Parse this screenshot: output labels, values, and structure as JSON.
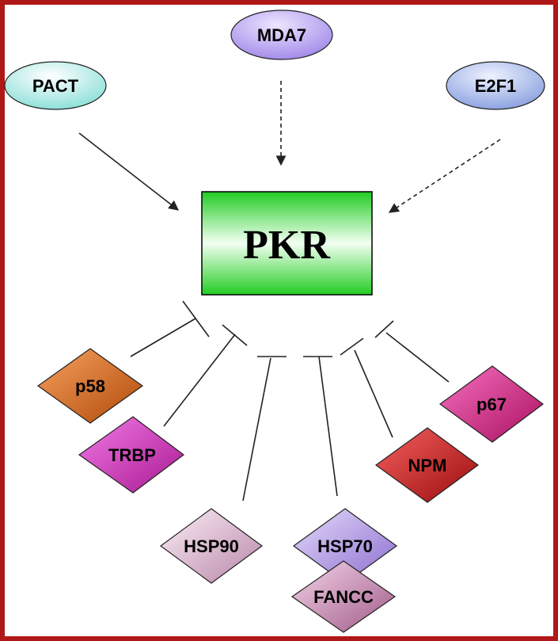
{
  "center": {
    "label": "PKR"
  },
  "activators": [
    {
      "id": "pact",
      "label": "PACT",
      "style": "solid",
      "color": "#bff2ee"
    },
    {
      "id": "mda7",
      "label": "MDA7",
      "style": "dashed",
      "color": "#b8a6ef"
    },
    {
      "id": "e2f1",
      "label": "E2F1",
      "style": "dashed",
      "color": "#a9bdf0"
    }
  ],
  "inhibitors": [
    {
      "id": "p58",
      "label": "p58",
      "color": "#e87a2a"
    },
    {
      "id": "trbp",
      "label": "TRBP",
      "color": "#e040c8"
    },
    {
      "id": "hsp90",
      "label": "HSP90",
      "color": "#e8c3dc"
    },
    {
      "id": "hsp70",
      "label": "HSP70",
      "color": "#bea8ea"
    },
    {
      "id": "fancc",
      "label": "FANCC",
      "color": "#d9a0c4"
    },
    {
      "id": "npm",
      "label": "NPM",
      "color": "#e02a2a"
    },
    {
      "id": "p67",
      "label": "p67",
      "color": "#e8309a"
    }
  ],
  "colors": {
    "border": "#b01818",
    "pkr_fill": "#33dd33"
  }
}
